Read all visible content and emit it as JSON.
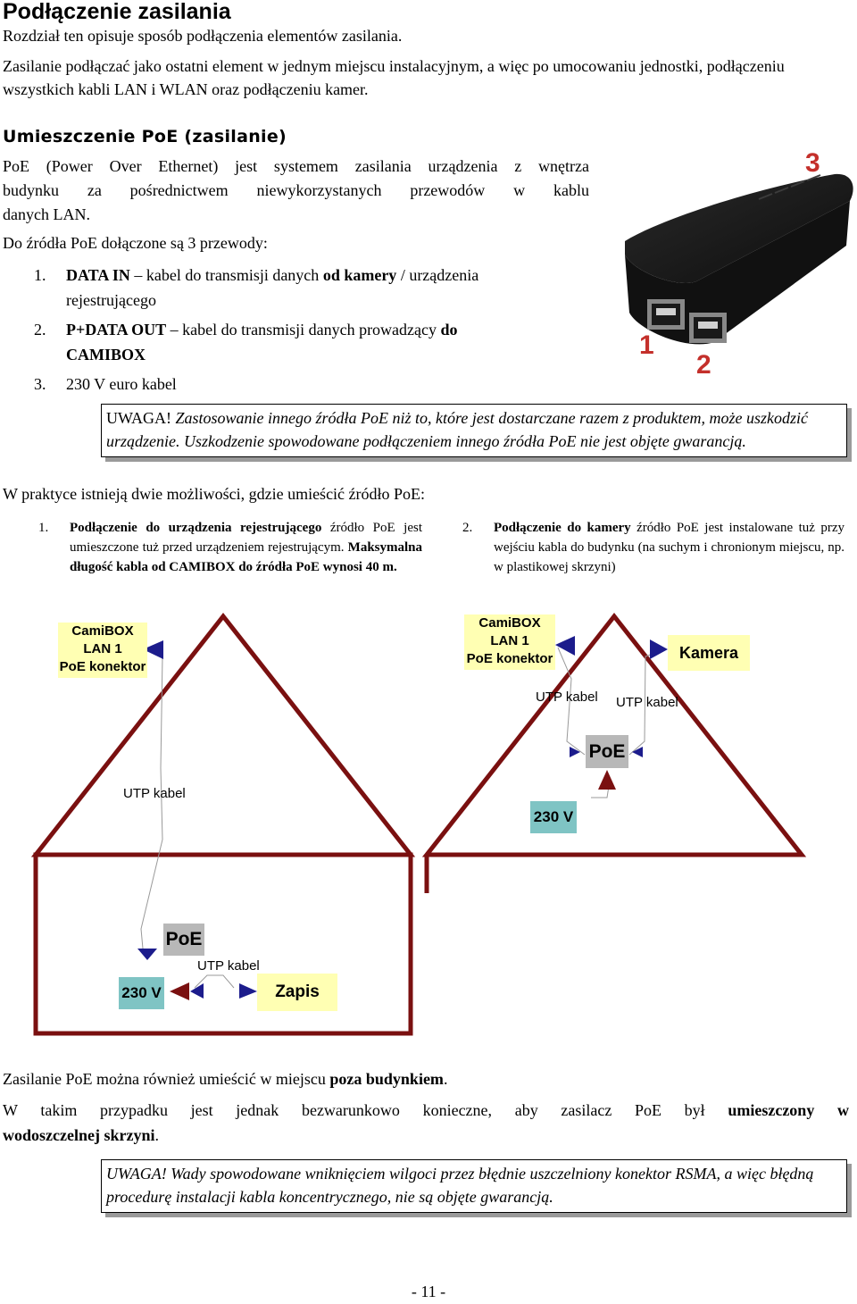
{
  "header": {
    "title": "Podłączenie zasilania",
    "intro": "Rozdział ten opisuje sposób podłączenia elementów zasilania.",
    "para1": "Zasilanie podłączać jako ostatni element w jednym miejscu instalacyjnym, a więc po umocowaniu jednostki, podłączeniu wszystkich kabli LAN i WLAN oraz podłączeniu kamer."
  },
  "poe": {
    "heading": "Umieszczenie PoE (zasilanie)",
    "line1": "PoE (Power Over Ethernet) jest systemem zasilania urządzenia z wnętrza",
    "line2": "budynku za pośrednictwem niewykorzystanych przewodów w kablu",
    "line3": "danych LAN.",
    "cables_intro": "Do źródła PoE dołączone są 3 przewody:",
    "cable1_num": "1.",
    "cable1_bold": "DATA IN",
    "cable1_text": " – kabel do transmisji danych ",
    "cable1_bold2": "od kamery",
    "cable1_text2": " / urządzenia",
    "cable1_line2": "rejestrującego",
    "cable2_num": "2.",
    "cable2_bold": "P+DATA OUT",
    "cable2_text": " – kabel do transmisji danych prowadzący ",
    "cable2_bold2": "do",
    "cable2_line2": "CAMIBOX",
    "cable3_num": "3.",
    "cable3_text": "230 V euro kabel"
  },
  "photo": {
    "label1": "1",
    "label2": "2",
    "label3": "3"
  },
  "warning1": {
    "prefix": "UWAGA!",
    "text": " Zastosowanie innego źródła PoE niż to, które jest dostarczane razem z produktem, może uszkodzić urządzenie. Uszkodzenie spowodowane podłączeniem innego źródła PoE nie jest objęte gwarancją."
  },
  "options_intro": "W praktyce istnieją dwie możliwości, gdzie umieścić źródło PoE:",
  "option1": {
    "num": "1.",
    "bold": "Podłączenie do urządzenia rejestrującego",
    "text": " źródło PoE jest umieszczone tuż przed urządzeniem rejestrującym. ",
    "bold2": "Maksymalna długość kabla od CAMIBOX do źródła PoE wynosi 40 m."
  },
  "option2": {
    "num": "2.",
    "bold": "Podłączenie do kamery",
    "text": " źródło PoE jest instalowane tuż przy wejściu kabla do budynku (na suchym i chronionym miejscu, np. w plastikowej skrzyni)"
  },
  "diagram_left": {
    "camibox_l1": "CamiBOX",
    "camibox_l2": "LAN 1",
    "camibox_l3": "PoE konektor",
    "utp1": "UTP kabel",
    "poe": "PoE",
    "utp2": "UTP kabel",
    "v230": "230 V",
    "zapis": "Zapis"
  },
  "diagram_right": {
    "camibox_l1": "CamiBOX",
    "camibox_l2": "LAN 1",
    "camibox_l3": "PoE konektor",
    "kamera": "Kamera",
    "utp1": "UTP kabel",
    "utp2": "UTP kabel",
    "poe": "PoE",
    "v230": "230 V"
  },
  "outside": {
    "line1_pre": "Zasilanie PoE można również umieścić w miejscu ",
    "line1_bold": "poza budynkiem",
    "line1_post": ".",
    "line2_pre": "W takim przypadku jest jednak bezwarunkowo konieczne, aby zasilacz PoE był ",
    "line2_bold": "umieszczony w",
    "line3_bold": "wodoszczelnej skrzyni",
    "line3_post": "."
  },
  "warning2": {
    "prefix": "UWAGA!",
    "text": " Wady spowodowane wniknięciem wilgoci przez błędnie uszczelniony konektor RSMA, a więc błędną procedurę instalacji kabla koncentrycznego, nie są objęte gwarancją."
  },
  "footer": {
    "page": "- 11 -"
  },
  "colors": {
    "roof": "#7a1010",
    "accent_red": "#c4302b",
    "label_yellow": "#ffffb3",
    "box_gray": "#b8b8b8",
    "box_teal": "#7fc4c4",
    "arrow_blue": "#1c1c8c"
  }
}
